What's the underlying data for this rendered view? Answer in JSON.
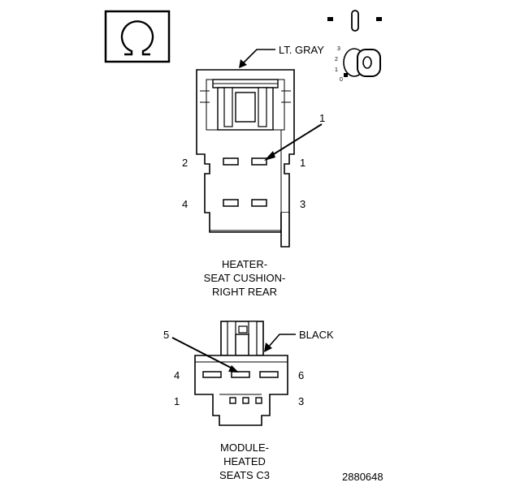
{
  "symbol": {
    "glyph": "Ω",
    "meaning": "ohm-symbol"
  },
  "ignition": {
    "positions": [
      "3",
      "2",
      "1",
      "0"
    ]
  },
  "connector_1": {
    "color_callout": "LT. GRAY",
    "callout_number": "1",
    "pins": {
      "p1": "1",
      "p2": "2",
      "p3": "3",
      "p4": "4"
    },
    "caption": [
      "HEATER-",
      "SEAT CUSHION-",
      "RIGHT REAR"
    ]
  },
  "connector_2": {
    "color_callout": "BLACK",
    "callout_number": "5",
    "pins": {
      "p1": "1",
      "p3": "3",
      "p4": "4",
      "p6": "6"
    },
    "caption": [
      "MODULE-",
      "HEATED",
      "SEATS C3"
    ]
  },
  "figure_id": "2880648"
}
